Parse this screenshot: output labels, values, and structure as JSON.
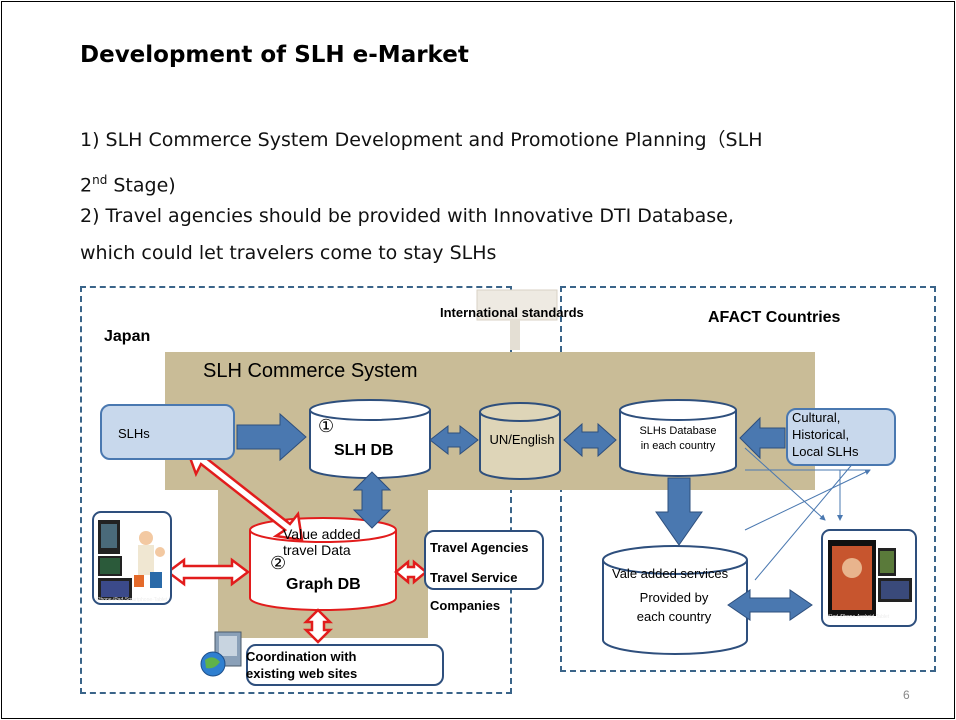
{
  "slide": {
    "title": "Development of SLH e-Market",
    "bullet1_line1": "1) SLH Commerce System Development and Promotione Planning（SLH",
    "bullet1_line2_prefix": "2",
    "bullet1_line2_sup": "nd",
    "bullet1_line2_suffix": " Stage)",
    "bullet2_line1": "2) Travel agencies  should be provided with Innovative DTI Database,",
    "bullet2_line2": "which could let travelers come to stay SLHs",
    "page_number": "6"
  },
  "diagram": {
    "region_japan": "Japan",
    "region_afact": "AFACT Countries",
    "international_standards": "International standards",
    "system_label": "SLH Commerce System",
    "slhs_box": "SLHs",
    "slh_db_number": "①",
    "slh_db": "SLH DB",
    "un_english": "UN/English",
    "slhs_database_line1": "SLHs Database",
    "slhs_database_line2": "in each country",
    "cultural_line1": "Cultural,",
    "cultural_line2": "Historical,",
    "cultural_line3": "Local SLHs",
    "value_added_line1": "Value added",
    "value_added_line2": "travel Data",
    "graph_db_number": "②",
    "graph_db": "Graph DB",
    "travel_agencies": "Travel Agencies",
    "travel_service": "Travel Service",
    "companies": "Companies",
    "coordination_line1": "Coordination with",
    "coordination_line2": "existing web sites",
    "vale_added_services": "Vale added services",
    "provided_line1": "Provided by",
    "provided_line2": "each country",
    "device_caption_left": "iPhone·iPad·Smartphone·Tablet",
    "device_caption_right": "iPad·iPhone·Android·Tablet"
  },
  "colors": {
    "arrow_blue": "#4a78b0",
    "arrow_red": "#e21c1c",
    "beige": "#c9bc97",
    "dashed_border": "#3a6489"
  }
}
